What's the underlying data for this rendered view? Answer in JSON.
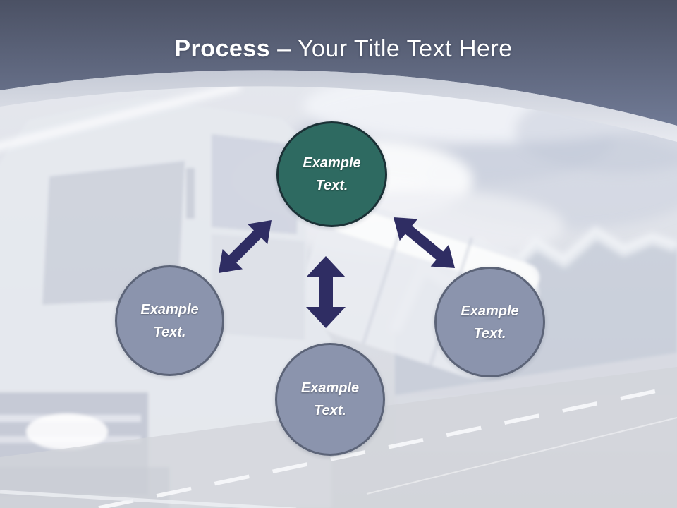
{
  "title": {
    "bold_text": "Process",
    "rest_text": "– Your Title Text Here"
  },
  "nodes": [
    {
      "id": "top",
      "line1": "Example",
      "line2": "Text.",
      "variant": "teal"
    },
    {
      "id": "left",
      "line1": "Example",
      "line2": "Text.",
      "variant": "slate"
    },
    {
      "id": "bottom",
      "line1": "Example",
      "line2": "Text.",
      "variant": "slate"
    },
    {
      "id": "right",
      "line1": "Example",
      "line2": "Text.",
      "variant": "slate"
    }
  ],
  "arrows": [
    {
      "id": "top-to-left",
      "type": "double-headed",
      "direction": "diagonal-down-left"
    },
    {
      "id": "top-to-bottom",
      "type": "double-headed",
      "direction": "vertical"
    },
    {
      "id": "top-to-right",
      "type": "double-headed",
      "direction": "diagonal-down-right"
    }
  ],
  "background": {
    "description": "faded photo of a truck on a mountain road"
  },
  "colors": {
    "header_gradient_top": "#4B5164",
    "header_gradient_bottom": "#707A95",
    "header_arc_band": "#CED3DE",
    "title_text": "#FFFFFF",
    "node_teal_fill": "#2E6A61",
    "node_teal_border": "#1B3136",
    "node_slate_fill": "#8B94AD",
    "node_slate_border": "#5C6478",
    "node_text": "#FFFFFF",
    "arrow_fill": "#2F2D63",
    "photo_wash": "#DFE2E8"
  }
}
